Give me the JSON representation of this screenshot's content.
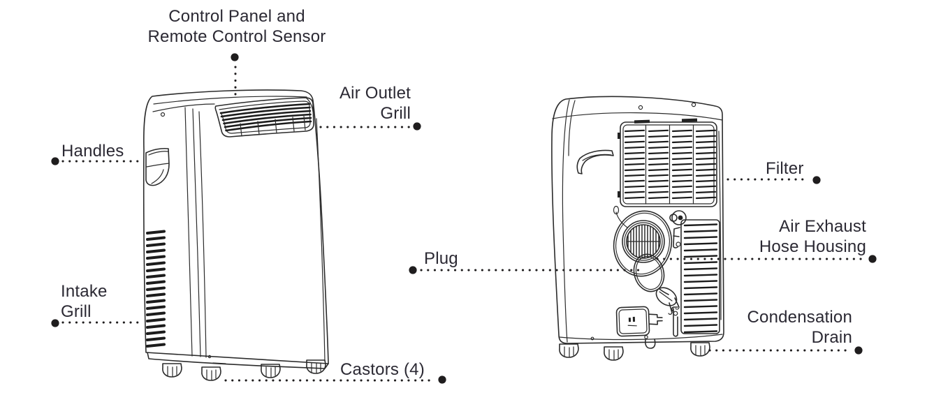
{
  "colors": {
    "background": "#ffffff",
    "text": "#2b2933",
    "line_art": "#2b2b2b",
    "leader": "#1f1d1e"
  },
  "front_view": {
    "callouts": [
      {
        "id": "control-panel-and-remote-control-sensor",
        "lines": [
          "Control Panel and",
          "Remote Control Sensor"
        ]
      },
      {
        "id": "air-outlet-grill",
        "lines": [
          "Air Outlet",
          "Grill"
        ]
      },
      {
        "id": "handles",
        "lines": [
          "Handles"
        ]
      },
      {
        "id": "intake-grill",
        "lines": [
          "Intake",
          "Grill"
        ]
      },
      {
        "id": "castors",
        "lines": [
          "Castors (4)"
        ]
      }
    ]
  },
  "back_view": {
    "callouts": [
      {
        "id": "plug",
        "lines": [
          "Plug"
        ]
      },
      {
        "id": "filter",
        "lines": [
          "Filter"
        ]
      },
      {
        "id": "air-exhaust-hose-housing",
        "lines": [
          "Air Exhaust",
          "Hose Housing"
        ]
      },
      {
        "id": "condensation-drain",
        "lines": [
          "Condensation",
          "Drain"
        ]
      }
    ]
  }
}
